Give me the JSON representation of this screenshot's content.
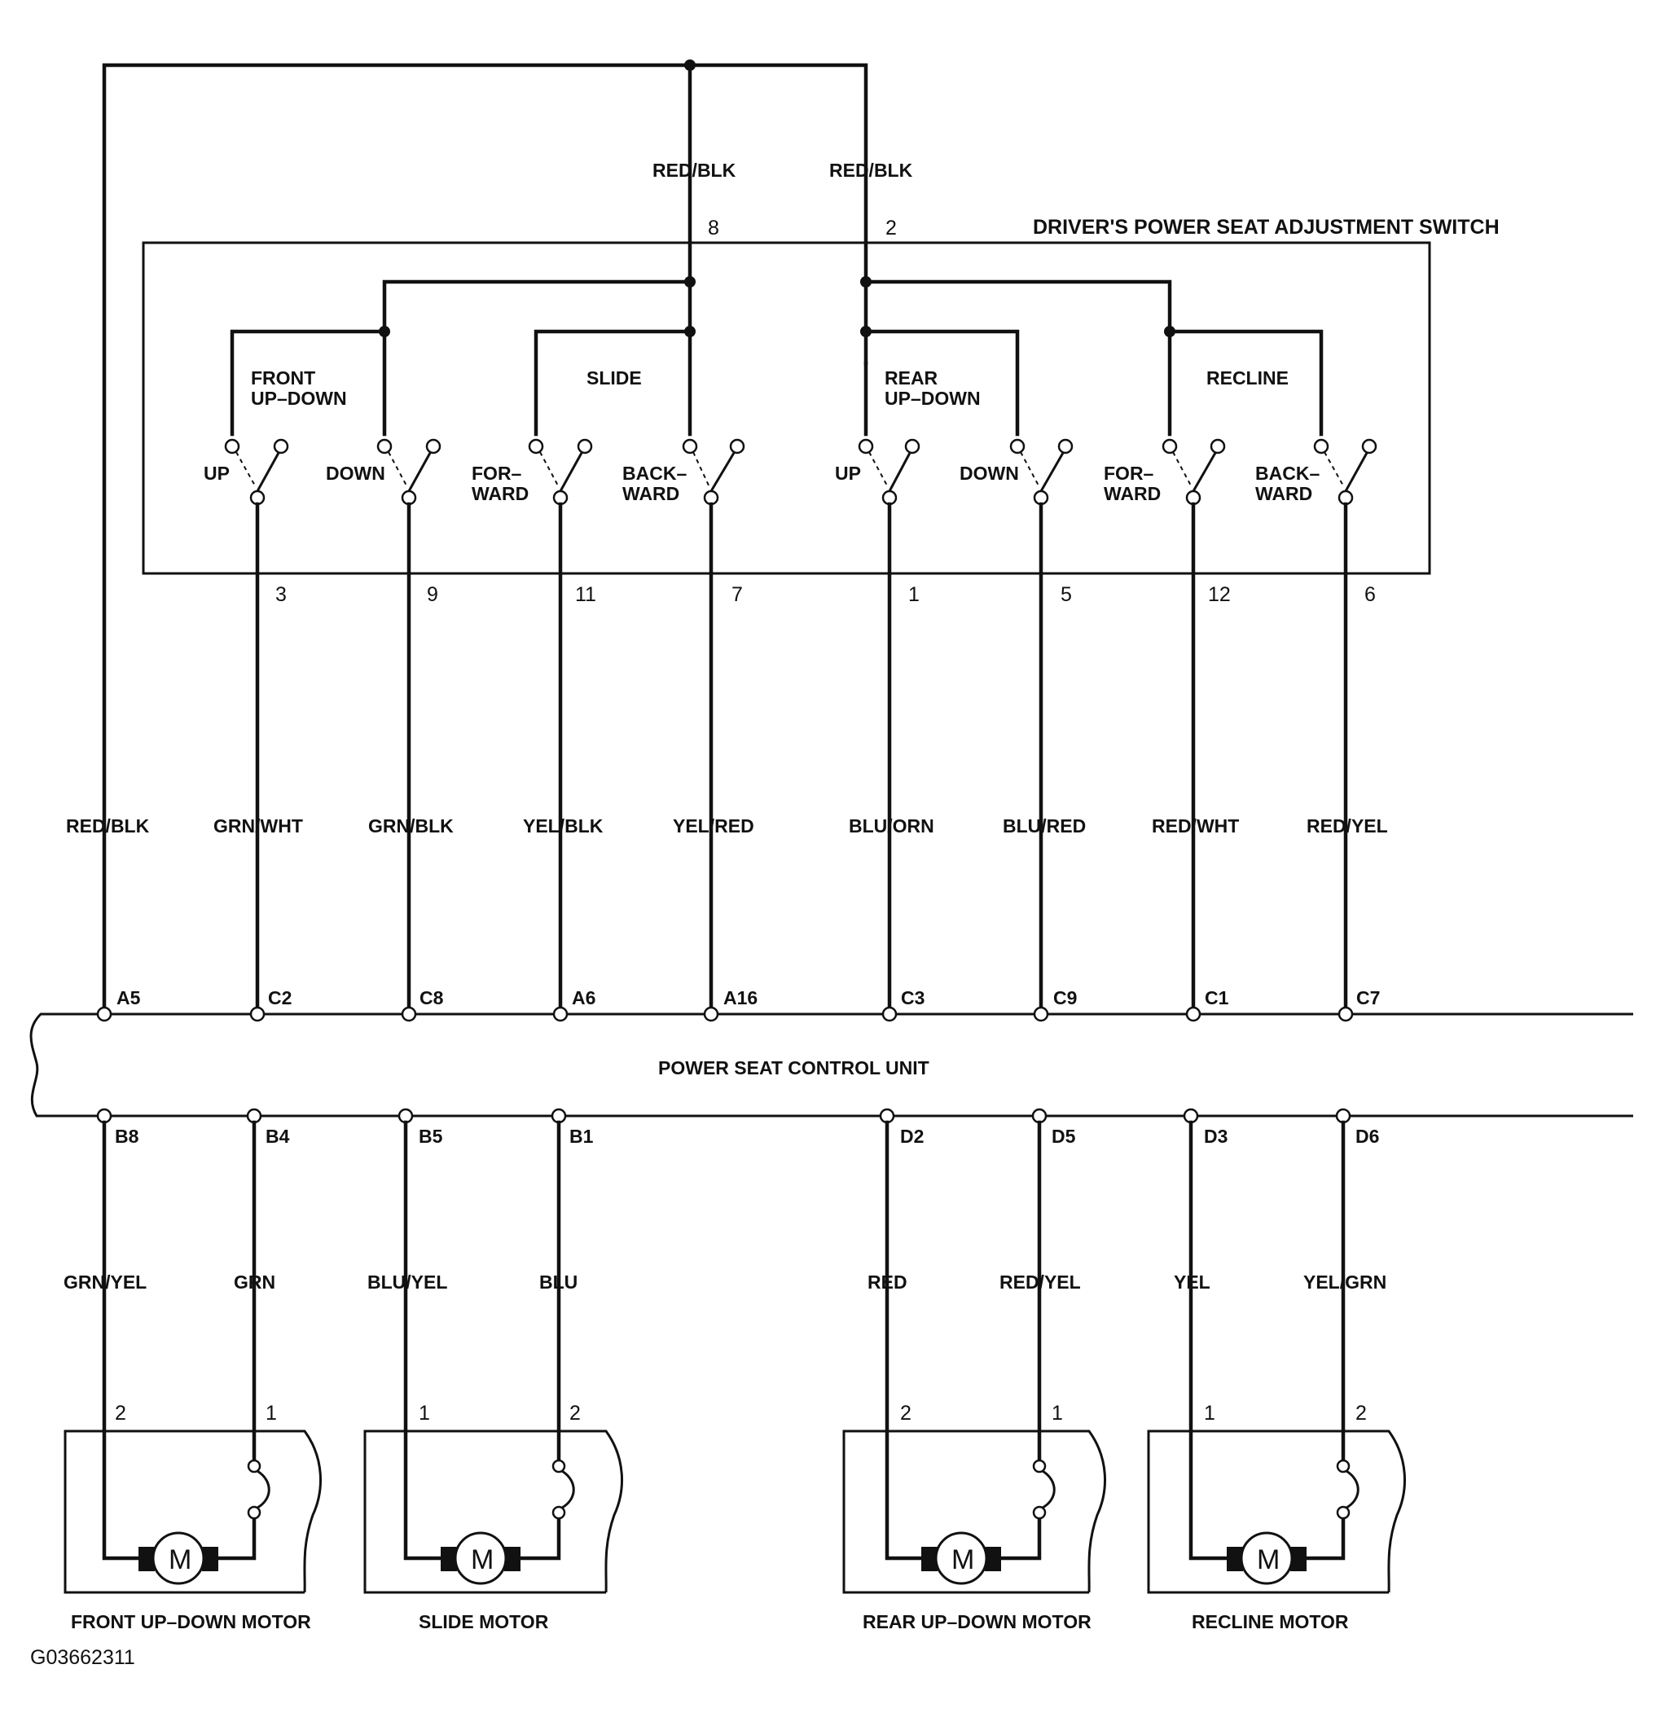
{
  "figure_id": "G03662311",
  "switch": {
    "title": "DRIVER'S POWER SEAT ADJUSTMENT SWITCH",
    "feed_pins": [
      "8",
      "2"
    ],
    "feed_wires": [
      "RED/BLK",
      "RED/BLK"
    ],
    "groups": [
      {
        "name_lines": [
          "FRONT",
          "UP–DOWN"
        ]
      },
      {
        "name_lines": [
          "SLIDE"
        ]
      },
      {
        "name_lines": [
          "REAR",
          "UP–DOWN"
        ]
      },
      {
        "name_lines": [
          "RECLINE"
        ]
      }
    ],
    "contacts": [
      {
        "label_lines": [
          "UP"
        ],
        "pin": "3"
      },
      {
        "label_lines": [
          "DOWN"
        ],
        "pin": "9"
      },
      {
        "label_lines": [
          "FOR–",
          "WARD"
        ],
        "pin": "11"
      },
      {
        "label_lines": [
          "BACK–",
          "WARD"
        ],
        "pin": "7"
      },
      {
        "label_lines": [
          "UP"
        ],
        "pin": "1"
      },
      {
        "label_lines": [
          "DOWN"
        ],
        "pin": "5"
      },
      {
        "label_lines": [
          "FOR–",
          "WARD"
        ],
        "pin": "12"
      },
      {
        "label_lines": [
          "BACK–",
          "WARD"
        ],
        "pin": "6"
      }
    ]
  },
  "upper_wires": [
    {
      "color": "RED/BLK",
      "terminal": "A5"
    },
    {
      "color": "GRN/WHT",
      "terminal": "C2"
    },
    {
      "color": "GRN/BLK",
      "terminal": "C8"
    },
    {
      "color": "YEL/BLK",
      "terminal": "A6"
    },
    {
      "color": "YEL/RED",
      "terminal": "A16"
    },
    {
      "color": "BLU/ORN",
      "terminal": "C3"
    },
    {
      "color": "BLU/RED",
      "terminal": "C9"
    },
    {
      "color": "RED/WHT",
      "terminal": "C1"
    },
    {
      "color": "RED/YEL",
      "terminal": "C7"
    }
  ],
  "control_unit": {
    "title": "POWER SEAT CONTROL UNIT"
  },
  "lower_wires": [
    {
      "color": "GRN/YEL",
      "terminal": "B8",
      "motor_pin": "2"
    },
    {
      "color": "GRN",
      "terminal": "B4",
      "motor_pin": "1"
    },
    {
      "color": "BLU/YEL",
      "terminal": "B5",
      "motor_pin": "1"
    },
    {
      "color": "BLU",
      "terminal": "B1",
      "motor_pin": "2"
    },
    {
      "color": "RED",
      "terminal": "D2",
      "motor_pin": "2"
    },
    {
      "color": "RED/YEL",
      "terminal": "D5",
      "motor_pin": "1"
    },
    {
      "color": "YEL",
      "terminal": "D3",
      "motor_pin": "1"
    },
    {
      "color": "YEL/GRN",
      "terminal": "D6",
      "motor_pin": "2"
    }
  ],
  "motors": [
    {
      "name": "FRONT UP–DOWN MOTOR",
      "symbol": "M"
    },
    {
      "name": "SLIDE MOTOR",
      "symbol": "M"
    },
    {
      "name": "REAR UP–DOWN MOTOR",
      "symbol": "M"
    },
    {
      "name": "RECLINE MOTOR",
      "symbol": "M"
    }
  ]
}
